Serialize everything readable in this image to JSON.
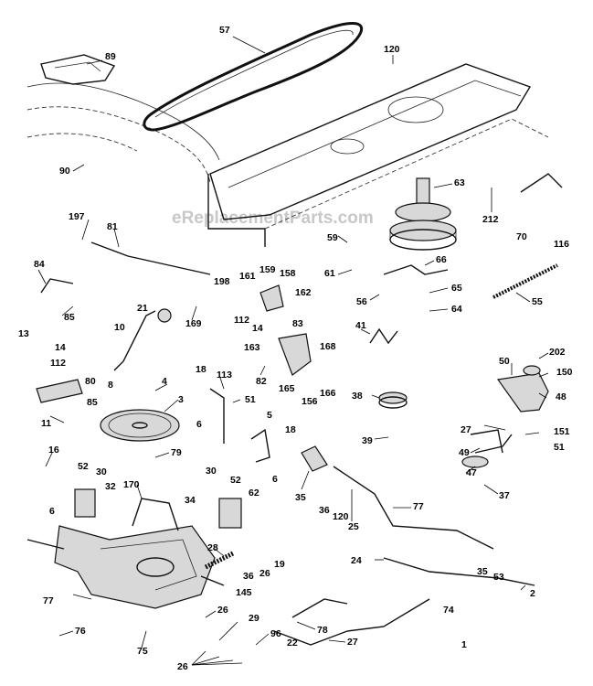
{
  "watermark": "eReplacementParts.com",
  "callouts": [
    "57",
    "89",
    "120",
    "90",
    "63",
    "212",
    "70",
    "116",
    "197",
    "81",
    "59",
    "61",
    "66",
    "84",
    "198",
    "161",
    "159",
    "158",
    "65",
    "56",
    "64",
    "55",
    "21",
    "162",
    "85",
    "169",
    "112",
    "14",
    "83",
    "13",
    "10",
    "163",
    "168",
    "41",
    "14",
    "112",
    "80",
    "85",
    "18",
    "113",
    "82",
    "165",
    "156",
    "166",
    "8",
    "4",
    "3",
    "51",
    "38",
    "50",
    "202",
    "150",
    "48",
    "11",
    "5",
    "18",
    "27",
    "151",
    "51",
    "39",
    "6",
    "79",
    "49",
    "16",
    "6",
    "47",
    "52",
    "30",
    "32",
    "170",
    "30",
    "52",
    "62",
    "35",
    "36",
    "120",
    "37",
    "77",
    "6",
    "34",
    "25",
    "28",
    "24",
    "19",
    "26",
    "36",
    "35",
    "53",
    "2",
    "145",
    "77",
    "26",
    "74",
    "29",
    "78",
    "96",
    "76",
    "22",
    "27",
    "1",
    "75",
    "26"
  ]
}
